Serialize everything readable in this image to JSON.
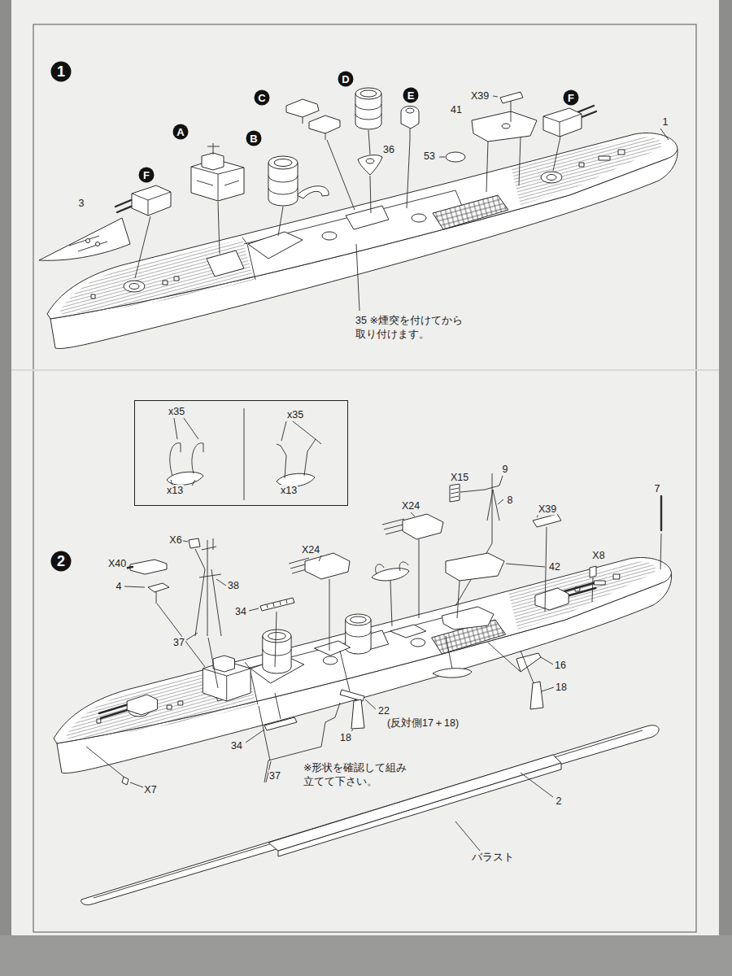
{
  "diagram": {
    "nodes": [
      {
        "text": [
          "1"
        ]
      },
      {
        "text": [
          "F"
        ]
      },
      {
        "text": [
          "A"
        ]
      },
      {
        "text": [
          "B"
        ]
      },
      {
        "text": [
          "C"
        ]
      },
      {
        "text": [
          "D"
        ]
      },
      {
        "text": [
          "E"
        ]
      },
      {
        "text": [
          "F"
        ]
      },
      {
        "text": [
          "x35",
          "x13",
          "x35",
          "x13"
        ]
      },
      {
        "text": [
          "2"
        ]
      }
    ],
    "labels": [
      "3",
      "53",
      "36",
      "X39",
      "41",
      "1",
      "35 ※煙突を付けてから 取り付けます。",
      "X15",
      "9",
      "8",
      "X24",
      "X39",
      "7",
      "X6",
      "X40",
      "4",
      "38",
      "34",
      "X24",
      "X8",
      "42",
      "37",
      "16",
      "18",
      "22",
      "(反対側17＋18)",
      "18",
      "34",
      "37",
      "※形状を確認して組み 立てて下さい。",
      "X7",
      "2",
      "バラスト"
    ]
  }
}
